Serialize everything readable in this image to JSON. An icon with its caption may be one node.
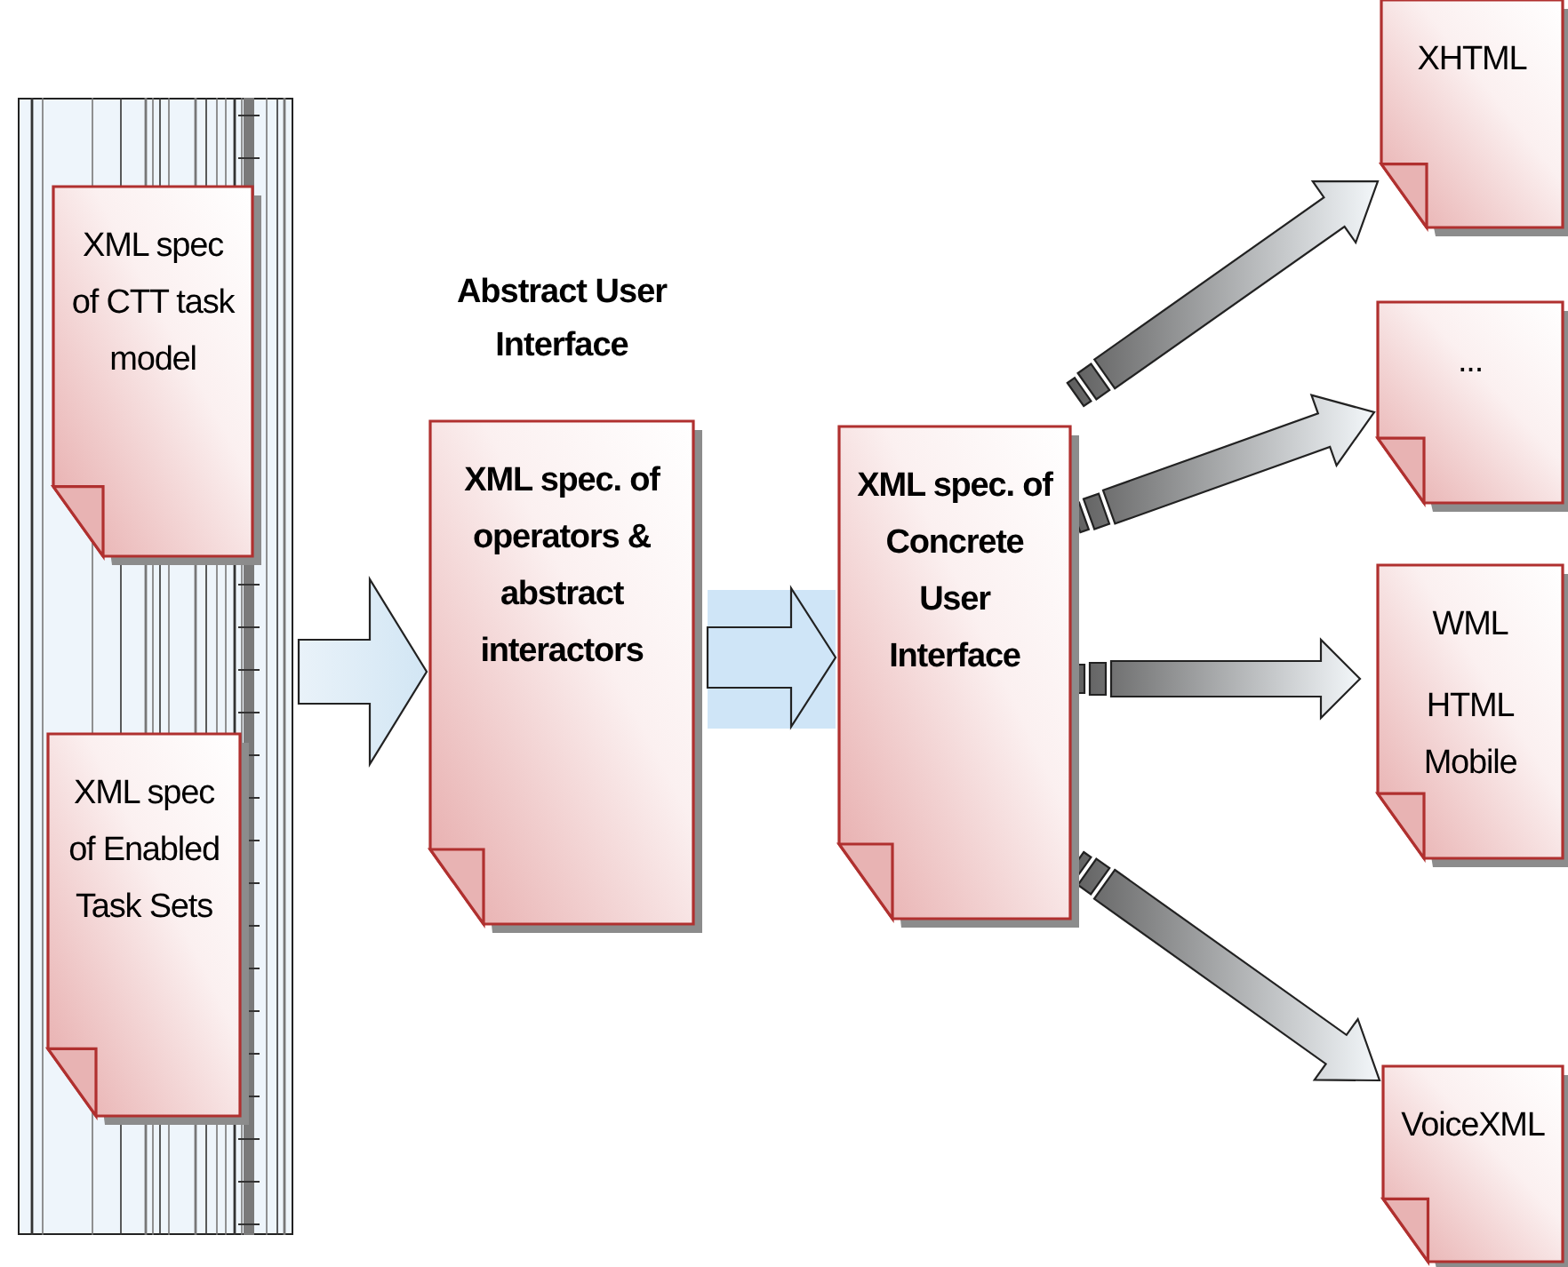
{
  "diagram": {
    "nodes": [
      {
        "text": [],
        "shape": "box"
      },
      {
        "text": [
          "XML spec of CTT task model"
        ],
        "in": 0
      },
      {
        "text": [
          "XML spec of Enabled Task Sets"
        ],
        "in": 0
      },
      {
        "text": [
          "Abstract User Interface",
          "XML spec. of operators & abstract interactors"
        ]
      },
      {
        "text": [
          "XML spec. of Concrete User Interface"
        ]
      },
      {
        "text": [
          "XHTML"
        ]
      },
      {
        "text": [
          "..."
        ]
      },
      {
        "text": [
          "WML",
          "HTML Mobile"
        ]
      },
      {
        "text": [
          "VoiceXML"
        ]
      }
    ],
    "edges": [
      {
        "from": 0,
        "to": 3,
        "arrow": "to"
      },
      {
        "from": 3,
        "to": 4,
        "arrow": "to"
      },
      {
        "from": 4,
        "to": 5,
        "arrow": "to"
      },
      {
        "from": 4,
        "to": 6,
        "arrow": "to"
      },
      {
        "from": 4,
        "to": 7,
        "arrow": "to"
      },
      {
        "from": 4,
        "to": 8,
        "arrow": "to"
      }
    ]
  }
}
